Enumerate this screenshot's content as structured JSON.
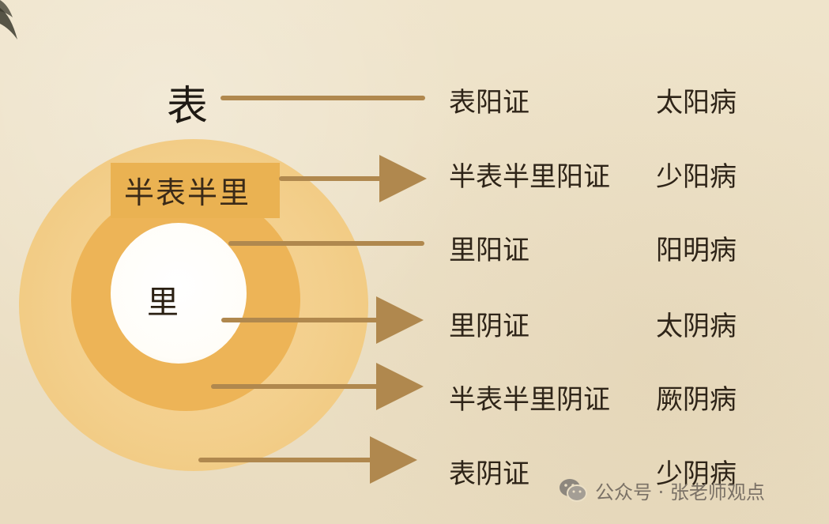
{
  "diagram": {
    "outer_label": "表",
    "middle_label": "半表半里",
    "inner_label": "里",
    "rows": [
      {
        "syndrome": "表阳证",
        "disease": "太阳病"
      },
      {
        "syndrome": "半表半里阳证",
        "disease": "少阳病"
      },
      {
        "syndrome": "里阳证",
        "disease": "阳明病"
      },
      {
        "syndrome": "里阴证",
        "disease": "太阴病"
      },
      {
        "syndrome": "半表半里阴证",
        "disease": "厥阴病"
      },
      {
        "syndrome": "表阴证",
        "disease": "少阴病"
      }
    ],
    "colors": {
      "background": "#ece0c6",
      "outer_ring": "#f3cf8c",
      "middle_ring": "#edb457",
      "inner": "#ffffff",
      "connector": "#b0884e"
    }
  },
  "watermark": {
    "text": "公众号 · 张老师观点",
    "icon": "wechat-icon"
  }
}
